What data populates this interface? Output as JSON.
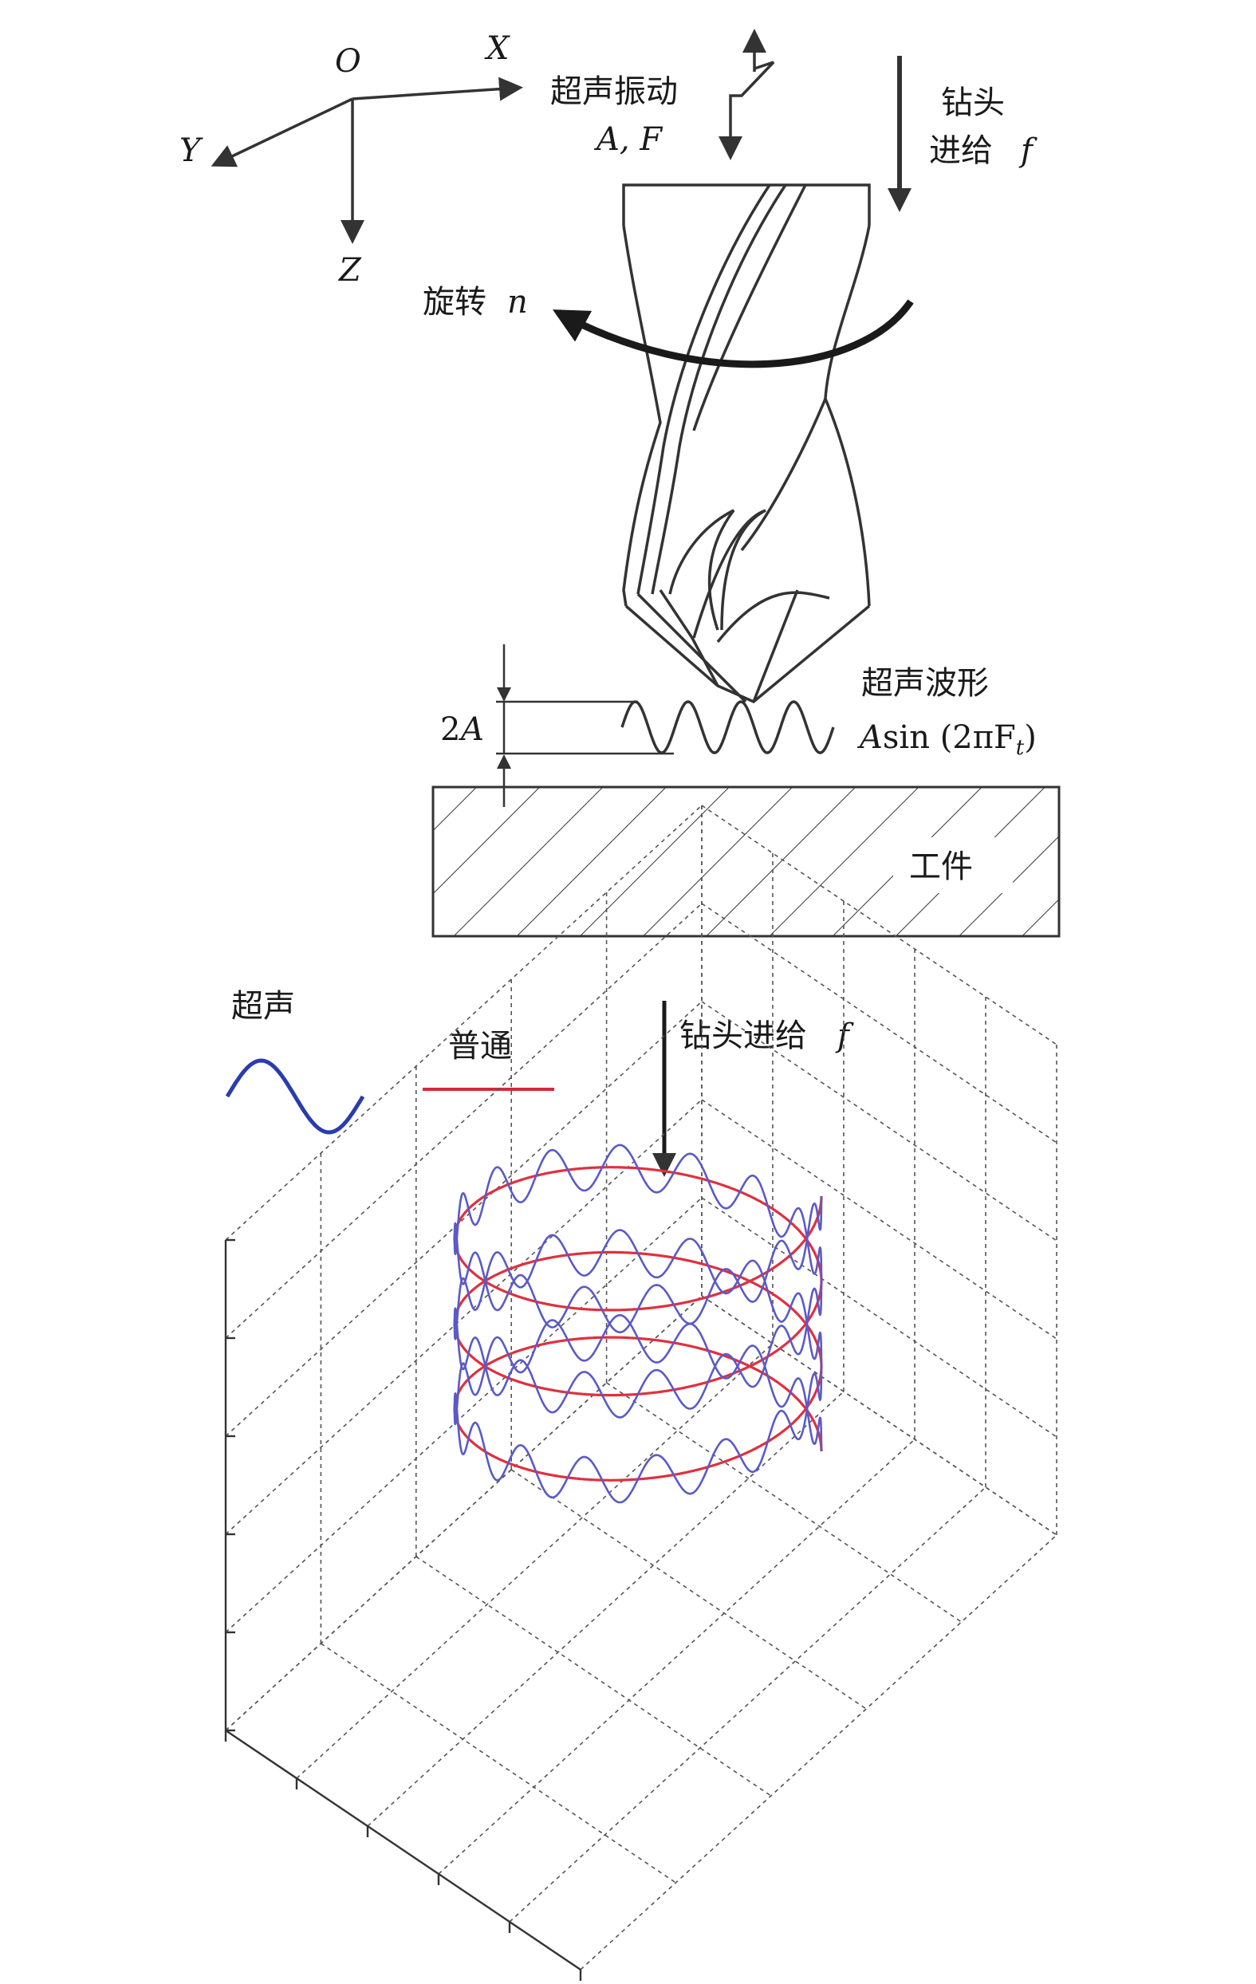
{
  "figure": {
    "axes": {
      "origin": "O",
      "x": "X",
      "y": "Y",
      "z": "Z"
    },
    "ultrasonic_vibration": {
      "label": "超声振动",
      "params": "A, F"
    },
    "drill_feed": {
      "label": "钻头",
      "label2": "进给",
      "symbol": "f"
    },
    "rotation": {
      "label": "旋转",
      "symbol": "n"
    },
    "waveform": {
      "label": "超声波形",
      "formula_a": "A",
      "formula_b": "sin (2πF",
      "formula_sub": "t",
      "formula_c": ")"
    },
    "amplitude": {
      "prefix": "2",
      "symbol": "A"
    },
    "workpiece": {
      "label": "工件"
    }
  },
  "trajectory": {
    "legend": [
      {
        "label": "超声",
        "color": "#2a3cad"
      },
      {
        "label": "普通",
        "color": "#d42a3a"
      }
    ],
    "feed_label": "钻头进给",
    "feed_symbol": "f",
    "colors": {
      "ultrasonic": "#5a5ac8",
      "ordinary": "#e0303e"
    },
    "turns": 3,
    "wave_cycles_per_turn": 16
  }
}
